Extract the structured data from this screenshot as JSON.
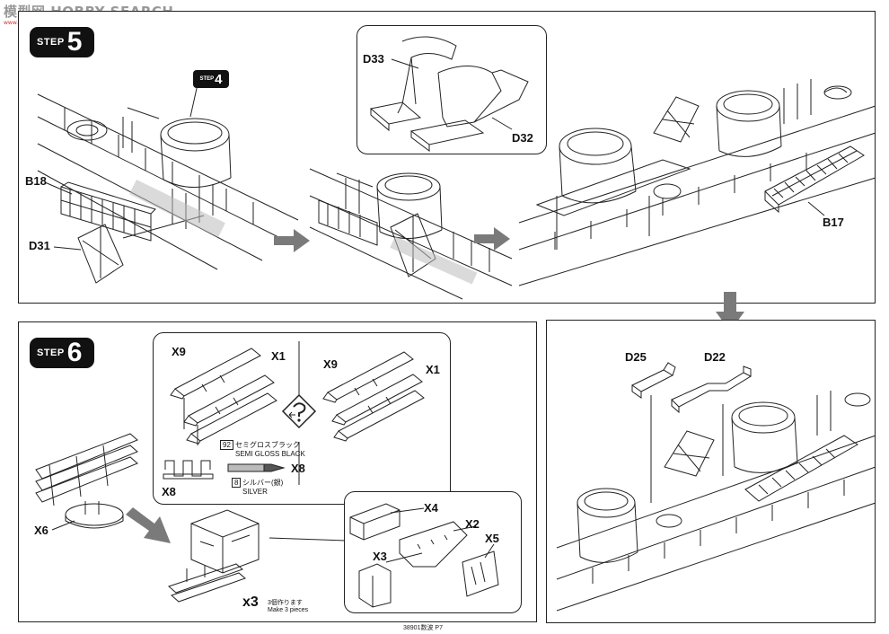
{
  "watermark": {
    "text": "模型网 HOBBY SEARCH",
    "url": "www.hobbysearch.com"
  },
  "step5": {
    "word": "STEP",
    "number": "5"
  },
  "step4_ref": {
    "word": "STEP",
    "number": "4"
  },
  "step6": {
    "word": "STEP",
    "number": "6"
  },
  "step5_labels": {
    "b18": "B18",
    "d31": "D31",
    "d33": "D33",
    "d32": "D32",
    "b17": "B17"
  },
  "detail_labels": {
    "d25": "D25",
    "d22": "D22"
  },
  "step6_labels": {
    "x9_a": "X9",
    "x1_a": "X1",
    "x9_b": "X9",
    "x1_b": "X1",
    "x8_a": "X8",
    "x8_b": "X8",
    "x6": "X6",
    "x4": "X4",
    "x2": "X2",
    "x3": "X3",
    "x5": "X5"
  },
  "paint": {
    "semi_gloss_num": "92",
    "semi_gloss_jp": "セミグロスブラック",
    "semi_gloss_en": "SEMI GLOSS BLACK",
    "silver_num": "8",
    "silver_jp": "シルバー(銀)",
    "silver_en": "SILVER"
  },
  "multiplier": {
    "count": "x3",
    "jp": "3個作ります",
    "en": "Make 3 pieces"
  },
  "footer": {
    "code": "38901数波 P7"
  },
  "colors": {
    "ink": "#222222",
    "arrow": "#7a7a7a",
    "deck_dots": "#bbbbbb"
  }
}
